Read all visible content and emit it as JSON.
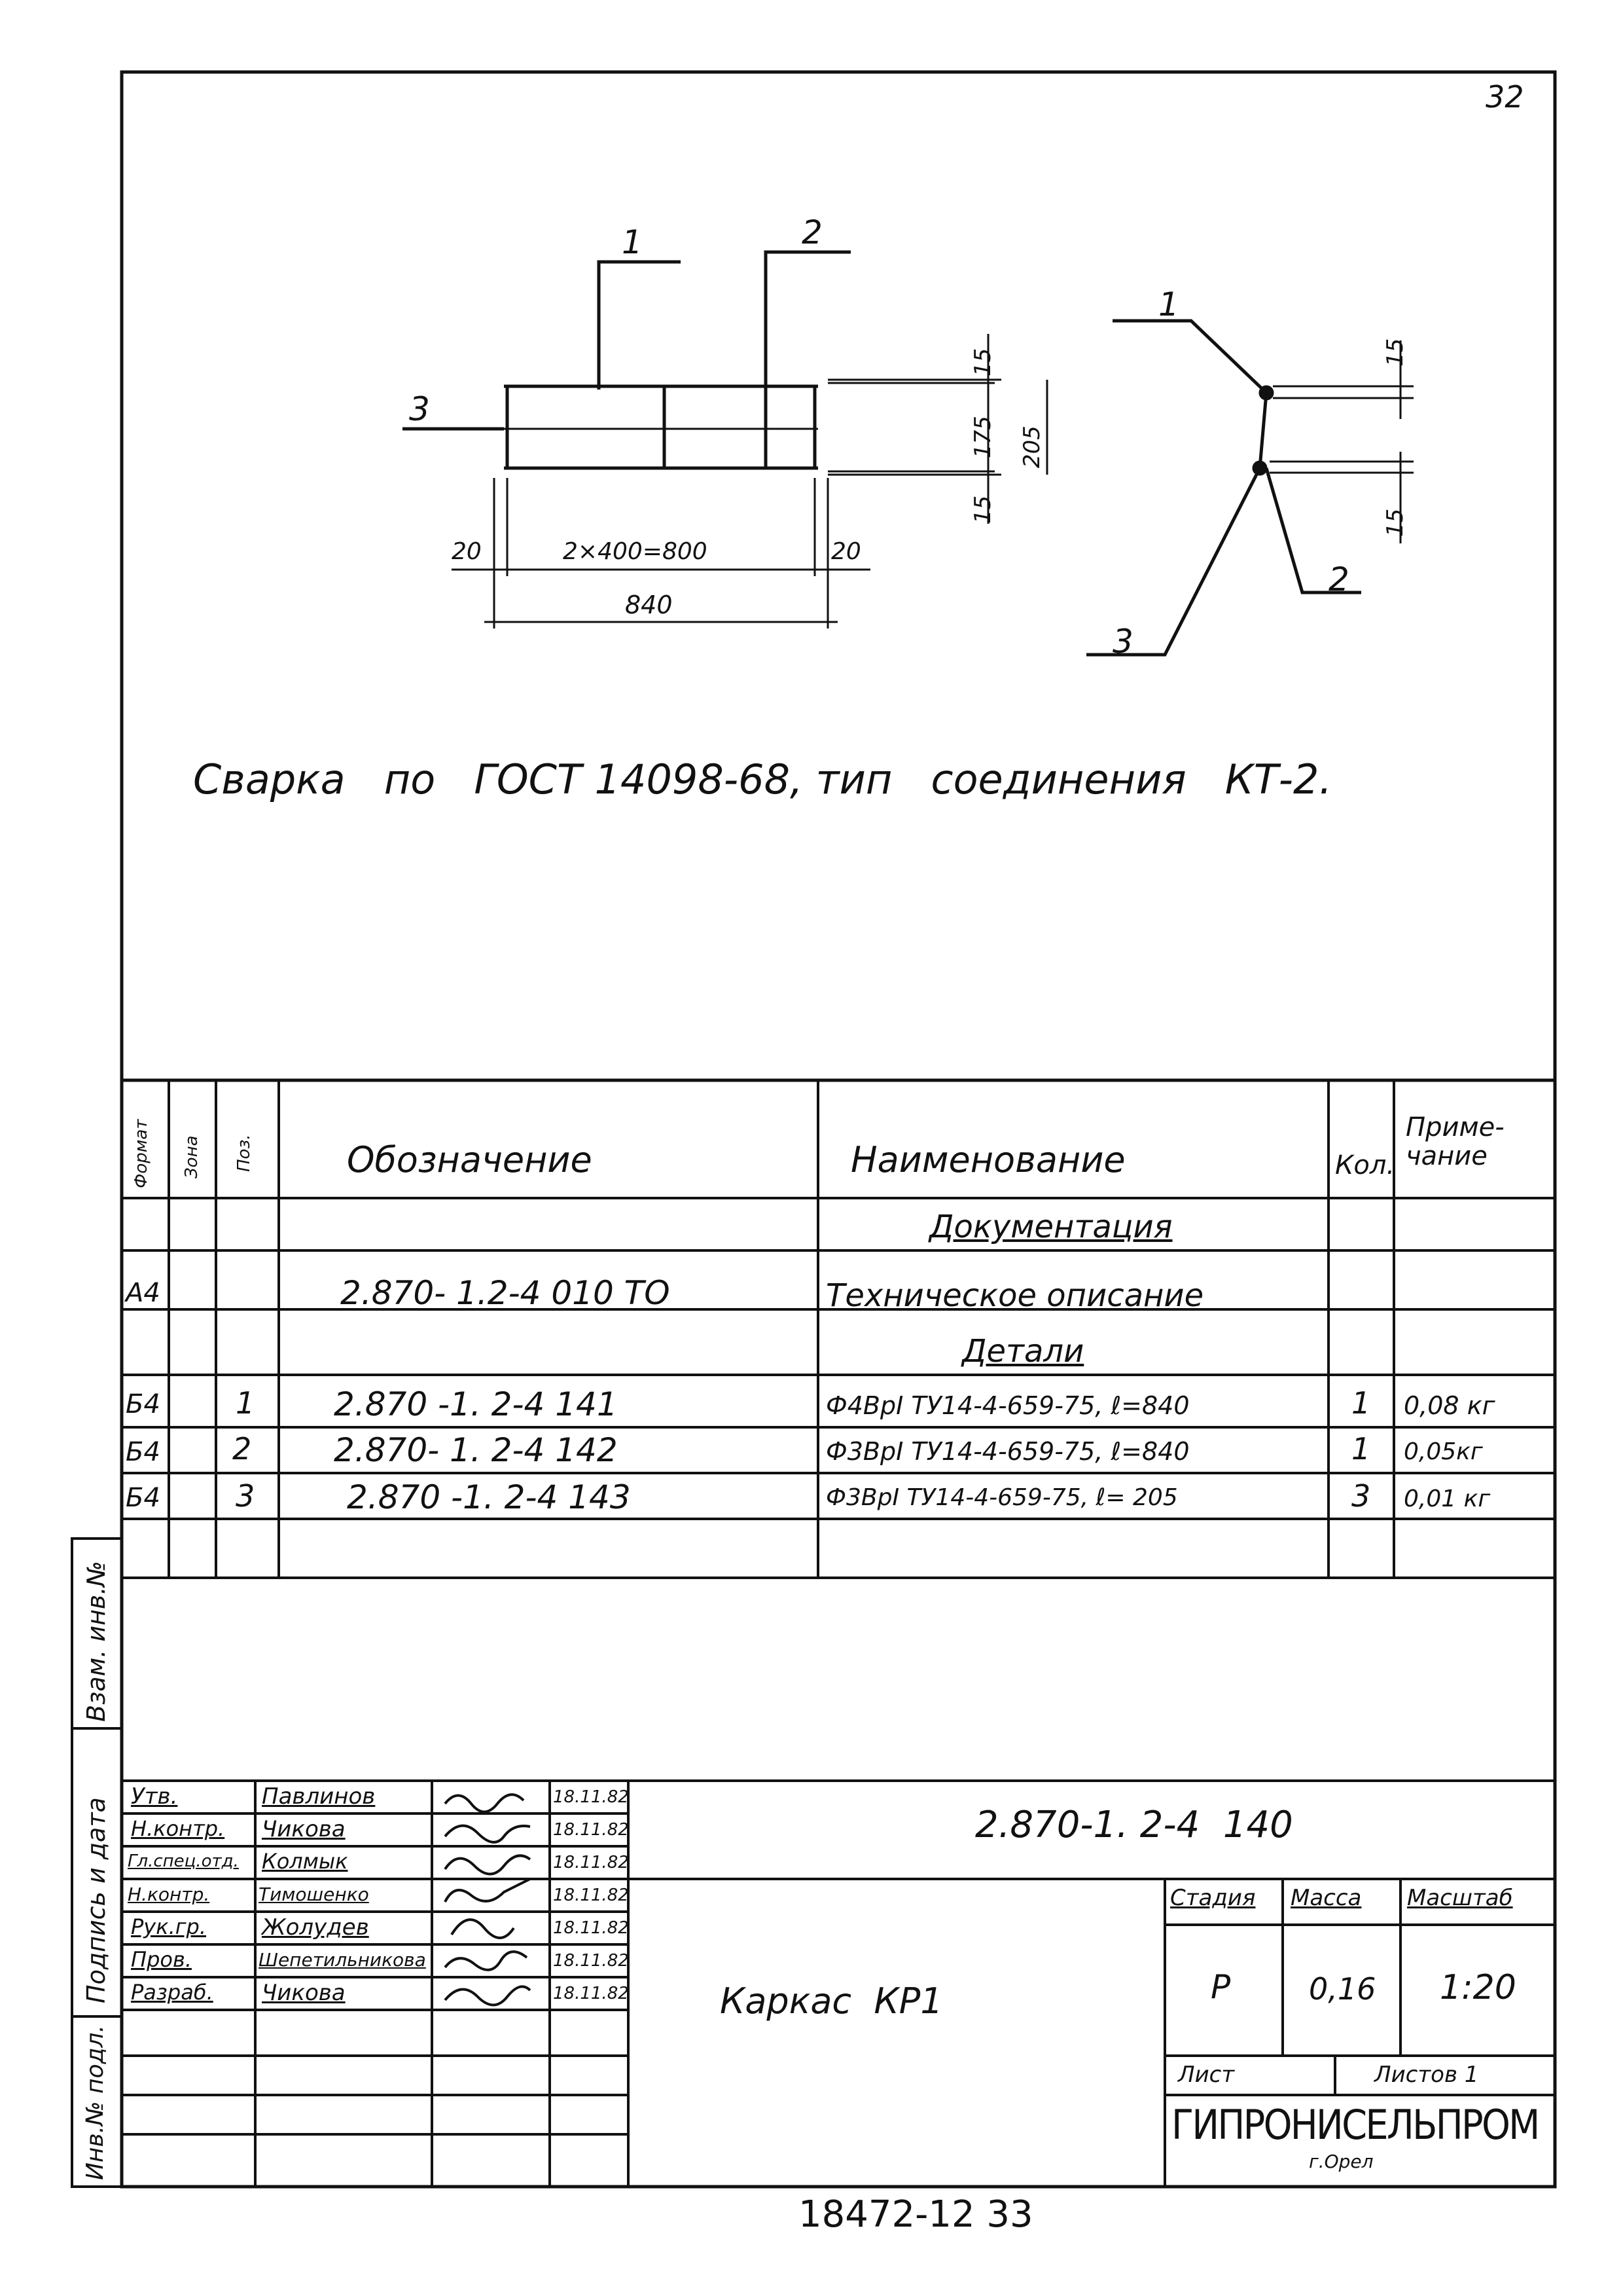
{
  "sheet_number": "32",
  "footer_code": "18472-12 33",
  "drawing": {
    "left": {
      "callouts": [
        "1",
        "2",
        "3"
      ],
      "dims": {
        "top_h": "15",
        "mid_h": "175",
        "total_h": "205",
        "bot_h": "15",
        "end_left": "20",
        "middle": "2×400=800",
        "end_right": "20",
        "overall": "840"
      }
    },
    "right": {
      "callouts": [
        "1",
        "2",
        "3"
      ],
      "dims": {
        "top": "15",
        "bottom": "15"
      }
    }
  },
  "weld_note": "Сварка   по   ГОСТ 14098-68, тип   соединения   КТ-2.",
  "spec_table": {
    "headers": {
      "format": "Формат",
      "zone": "Зона",
      "pos": "Поз.",
      "designation": "Обозначение",
      "name": "Наименование",
      "qty": "Кол.",
      "note": "Приме-\nчание"
    },
    "sections": {
      "docs": "Документация",
      "parts": "Детали"
    },
    "rows": [
      {
        "format": "А4",
        "pos": "",
        "designation": "2.870- 1.2-4  010 ТО",
        "name": "Техническое описание",
        "qty": "",
        "note": ""
      },
      {
        "format": "Б4",
        "pos": "1",
        "designation": "2.870 -1. 2-4  141",
        "name": "Ф4ВрI ТУ14-4-659-75, ℓ=840",
        "qty": "1",
        "note": "0,08 кг"
      },
      {
        "format": "Б4",
        "pos": "2",
        "designation": "2.870- 1. 2-4  142",
        "name": "Ф3ВрI ТУ14-4-659-75, ℓ=840",
        "qty": "1",
        "note": "0,05кг"
      },
      {
        "format": "Б4",
        "pos": "3",
        "designation": "2.870 -1. 2-4  143",
        "name": "Ф3ВрI ТУ14-4-659-75, ℓ= 205",
        "qty": "3",
        "note": "0,01 кг"
      }
    ]
  },
  "side_stamp": {
    "vzam": "Взам. инв.№",
    "podp": "Подпись и дата",
    "inv": "Инв.№ подл."
  },
  "title_block": {
    "doc_code": "2.870-1. 2-4  140",
    "title": "Каркас  КР1",
    "signatures": [
      {
        "role": "Утв.",
        "name": "Павлинов",
        "date": "18.11.82"
      },
      {
        "role": "Н.контр.",
        "name": "Чикова",
        "date": "18.11.82"
      },
      {
        "role": "Гл.спец.отд.",
        "name": "Колмык",
        "date": "18.11.82"
      },
      {
        "role": "Н.контр.",
        "name": "Тимошенко",
        "date": "18.11.82"
      },
      {
        "role": "Рук.гр.",
        "name": "Жолудев",
        "date": "18.11.82"
      },
      {
        "role": "Пров.",
        "name": "Шепетильникова",
        "date": "18.11.82"
      },
      {
        "role": "Разраб.",
        "name": "Чикова",
        "date": "18.11.82"
      }
    ],
    "stage_label": "Стадия",
    "mass_label": "Масса",
    "scale_label": "Масштаб",
    "stage": "Р",
    "mass": "0,16",
    "scale": "1:20",
    "sheet_label": "Лист",
    "sheets_label": "Листов 1",
    "org": "ГИПРОНИСЕЛЬПРОМ",
    "city": "г.Орел"
  }
}
